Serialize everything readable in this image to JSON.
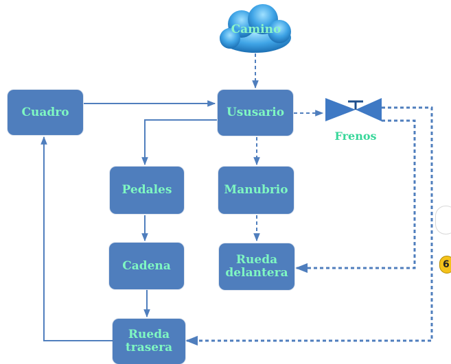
{
  "diagram": {
    "cloud": {
      "label": "Camino"
    },
    "valve": {
      "label": "Frenos",
      "symbol": "T"
    },
    "nodes": {
      "cuadro": "Cuadro",
      "usuario": "Ususario",
      "pedales": "Pedales",
      "manubrio": "Manubrio",
      "cadena": "Cadena",
      "rueda_delantera": "Rueda\ndelantera",
      "rueda_trasera": "Rueda\ntrasera"
    },
    "badge": "6"
  },
  "colors": {
    "node_fill": "#4f7ebd",
    "node_text": "#7ff7c2",
    "connector": "#4f7ebd",
    "valve": "#3f79c4",
    "badge": "#f4c21b"
  }
}
